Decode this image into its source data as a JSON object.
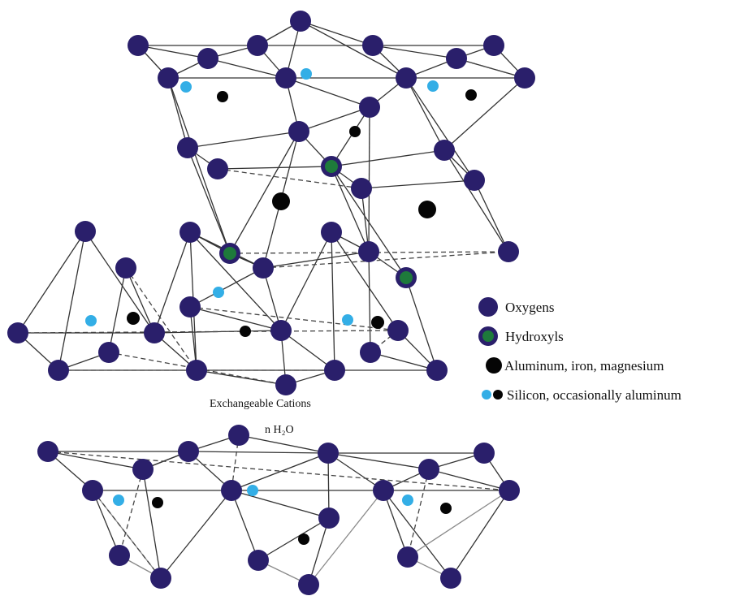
{
  "legend": {
    "oxygens": "Oxygens",
    "hydroxyls": "Hydroxyls",
    "metals": "Aluminum, iron, magnesium",
    "silicon": "Silicon, occasionally aluminum"
  },
  "interlayer": {
    "cations": "Exchangeable Cations",
    "water": "n H₂O"
  },
  "colors": {
    "oxygen": "#2a1f6b",
    "hydroxyl_core": "#1e7a3b",
    "metal": "#050505",
    "silicon": "#33aee6"
  }
}
